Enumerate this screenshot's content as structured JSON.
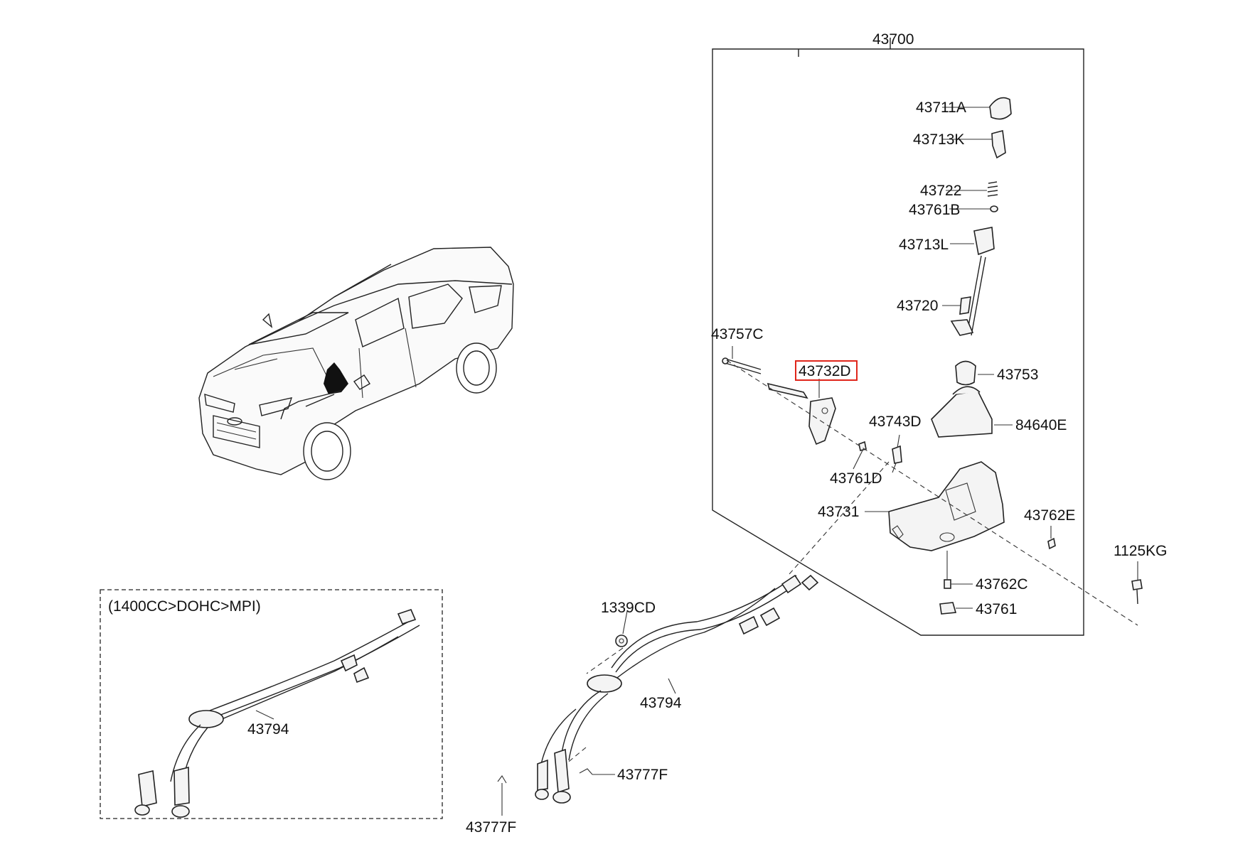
{
  "labels": {
    "assembly": "43700",
    "knob": "43711A",
    "knob_clip": "43713K",
    "spring": "43722",
    "bushing_b": "43761B",
    "lever_upper": "43713L",
    "lever": "43720",
    "bolt": "43757C",
    "highlighted_part": "43732D",
    "stopper": "43753",
    "boot": "84640E",
    "clip_d": "43743D",
    "pin_d": "43761D",
    "bracket": "43731",
    "nut_e": "43762E",
    "bushing_c": "43762C",
    "bushing": "43761",
    "bolt_kg": "1125KG",
    "nut_cd": "1339CD",
    "cable_main": "43794",
    "cable_alt": "43794",
    "variant_note": "(1400CC>DOHC>MPI)",
    "snap_pin_1": "43777F",
    "snap_pin_2": "43777F"
  },
  "highlight_color": "#e0261b",
  "line_color": "#222222"
}
